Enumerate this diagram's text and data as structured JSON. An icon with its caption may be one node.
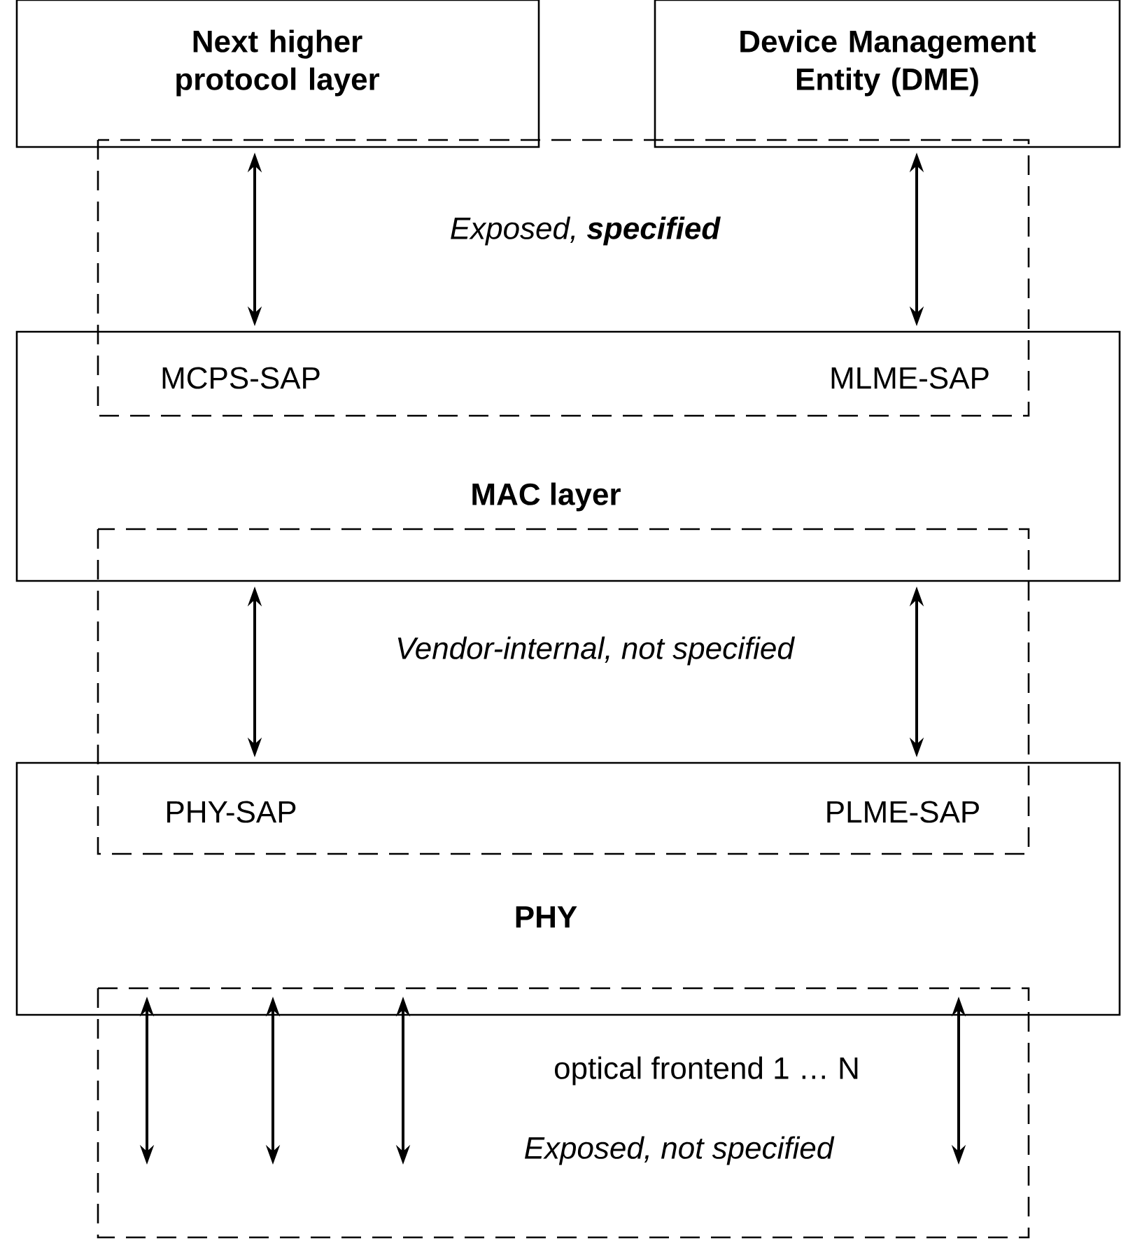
{
  "diagram": {
    "nodes": [
      {
        "text": [
          "Next higher protocol layer"
        ]
      },
      {
        "text": [
          "Device Management Entity (DME)"
        ]
      },
      {
        "text": [
          "MAC layer"
        ]
      },
      {
        "text": [
          "PHY"
        ]
      }
    ],
    "edges": [
      {
        "from": 0,
        "to": 2,
        "arrow": "both"
      },
      {
        "from": 1,
        "to": 2,
        "arrow": "both"
      },
      {
        "from": 2,
        "to": 3,
        "arrow": "both"
      },
      {
        "from": 2,
        "to": 3,
        "arrow": "both"
      },
      {
        "from": 3,
        "to": null,
        "arrow": "both"
      },
      {
        "from": 3,
        "to": null,
        "arrow": "both"
      },
      {
        "from": 3,
        "to": null,
        "arrow": "both"
      },
      {
        "from": 3,
        "to": null,
        "arrow": "both"
      }
    ],
    "labels": [
      "Exposed, **specified**",
      "MCPS-SAP",
      "MLME-SAP",
      "Vendor-internal, not specified",
      "PHY-SAP",
      "PLME-SAP",
      "optical frontend 1 … N",
      "Exposed, not specified"
    ]
  }
}
